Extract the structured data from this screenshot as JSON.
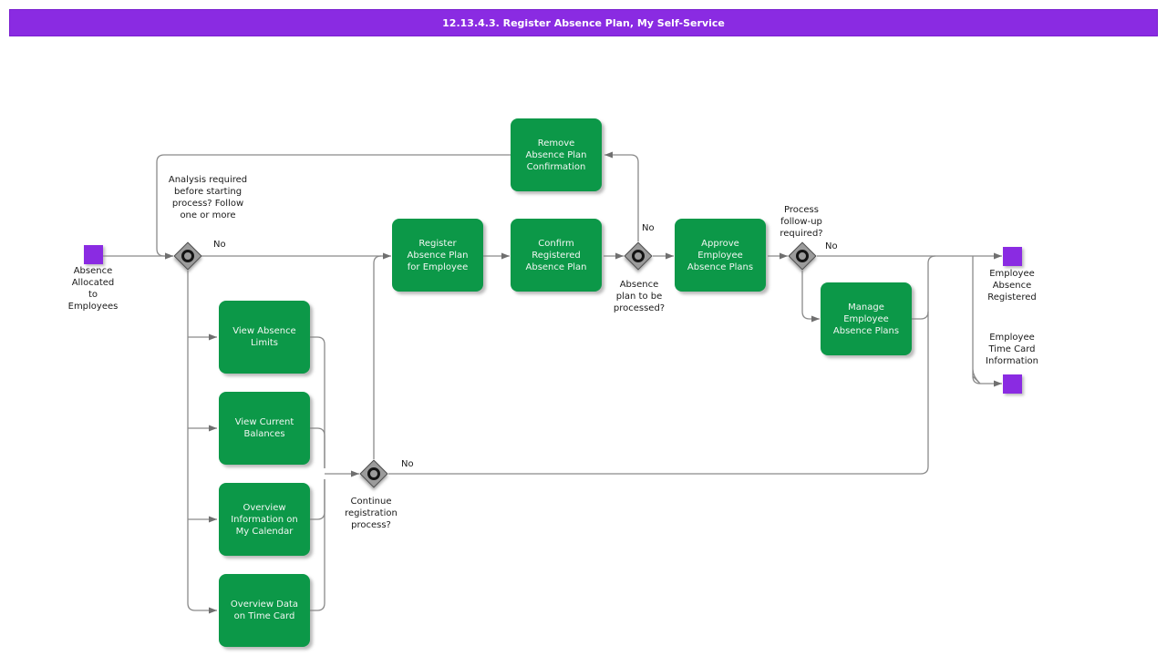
{
  "header": {
    "title": "12.13.4.3. Register Absence Plan, My Self-Service"
  },
  "colors": {
    "title_bar": "#8A2BE2",
    "task_green": "#0C9848",
    "event_purple": "#8A2BE2",
    "connector_gray": "#8A8A8A",
    "gateway_gray": "#9B9B9B",
    "text": "#1A1A1A"
  },
  "events": {
    "start": {
      "label": "Absence\nAllocated\nto\nEmployees"
    },
    "absence_registered": {
      "label": "Employee\nAbsence\nRegistered"
    },
    "time_card": {
      "label": "Employee\nTime Card\nInformation"
    }
  },
  "tasks": {
    "remove": {
      "label": "Remove\nAbsence Plan\nConfirmation"
    },
    "register": {
      "label": "Register\nAbsence Plan\nfor Employee"
    },
    "confirm": {
      "label": "Confirm\nRegistered\nAbsence Plan"
    },
    "approve": {
      "label": "Approve\nEmployee\nAbsence Plans"
    },
    "manage": {
      "label": "Manage\nEmployee\nAbsence Plans"
    },
    "view_limits": {
      "label": "View Absence\nLimits"
    },
    "view_balances": {
      "label": "View Current\nBalances"
    },
    "overview_calendar": {
      "label": "Overview\nInformation on\nMy Calendar"
    },
    "overview_timecard": {
      "label": "Overview Data\non Time Card"
    }
  },
  "decisions": {
    "analysis": {
      "question": "Analysis required\nbefore starting\nprocess? Follow\none or more",
      "no_label": "No"
    },
    "processed": {
      "question": "Absence\nplan to be\nprocessed?",
      "no_label": "No"
    },
    "continue": {
      "question": "Continue\nregistration\nprocess?",
      "no_label": "No"
    },
    "follow_up": {
      "question": "Process\nfollow-up\nrequired?",
      "no_label": "No"
    }
  }
}
